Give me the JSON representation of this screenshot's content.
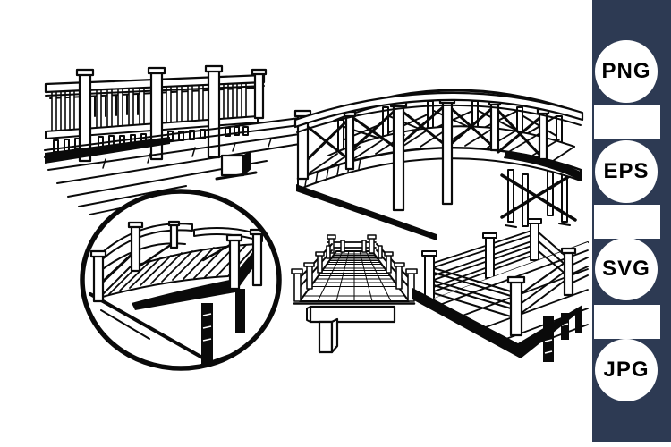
{
  "artwork": {
    "background_color": "#ffffff",
    "ink_color": "#0a0a0a",
    "description": "Set of five hand-drawn wooden bridge illustrations",
    "illustrations": [
      {
        "id": "straight-bridge",
        "label": "Straight wooden footbridge with baluster railing"
      },
      {
        "id": "arched-cross-brace-bridge",
        "label": "Arched wooden bridge with cross-braced railings on trestle legs"
      },
      {
        "id": "garden-bridge-circle-badge",
        "label": "Arched garden footbridge inside a circle badge"
      },
      {
        "id": "perspective-walkway-bridge",
        "label": "Wooden walkway bridge in one-point perspective"
      },
      {
        "id": "flat-deck-bridge",
        "label": "Flat wooden deck bridge on posts"
      }
    ]
  },
  "format_sidebar": {
    "background_color": "#2d3a53",
    "badge_fill_color": "#ffffff",
    "badge_text_color": "#000000",
    "formats": [
      {
        "label": "PNG"
      },
      {
        "label": "EPS"
      },
      {
        "label": "SVG"
      },
      {
        "label": "JPG"
      }
    ]
  }
}
